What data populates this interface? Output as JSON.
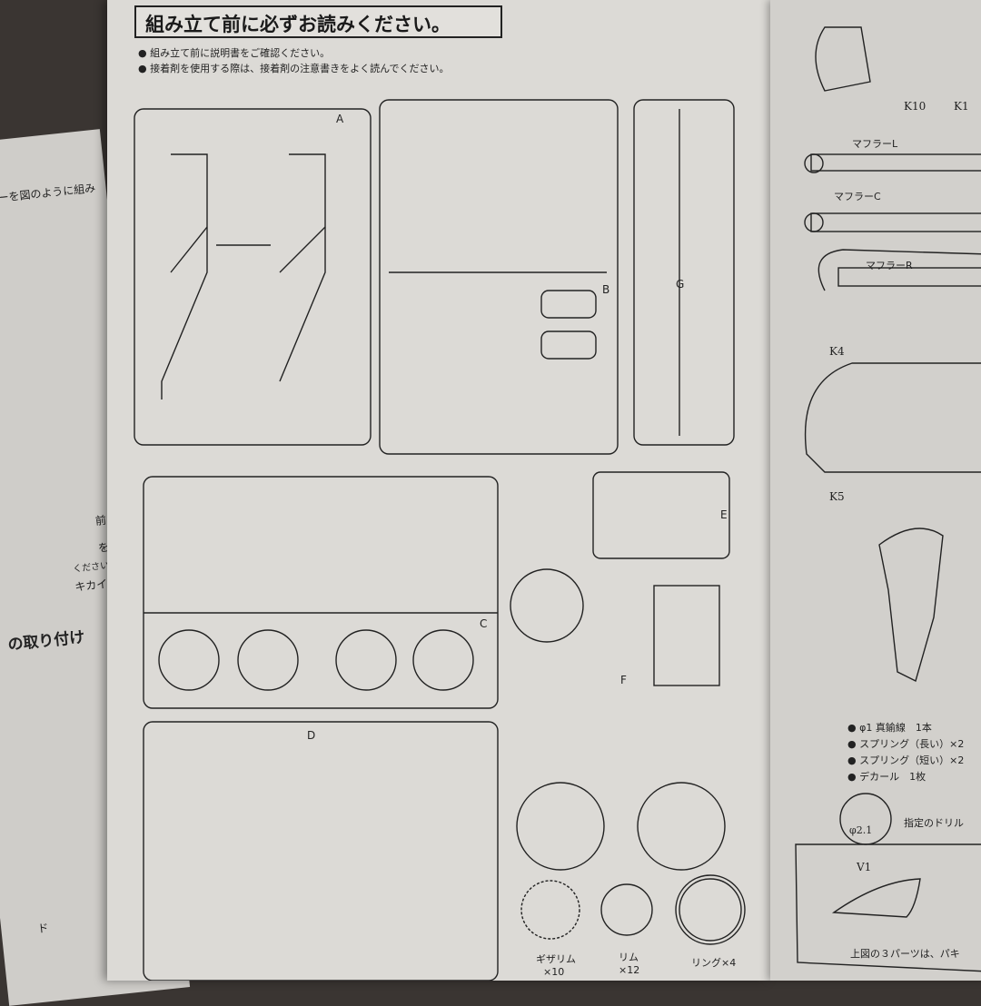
{
  "center_page": {
    "title": "組み立て前に必ずお読みください。",
    "notes": [
      "組み立て前に説明書をご確認ください。",
      "接着剤を使用する際は、接着剤の注意書きをよく読んでください。"
    ],
    "sprue_letters": [
      "A",
      "B",
      "G",
      "C",
      "E",
      "F",
      "D"
    ],
    "parts": {
      "gear_rim": "ギザリム",
      "gear_rim_qty": "×10",
      "rim": "リム",
      "rim_qty": "×12",
      "ring": "リング×4"
    }
  },
  "left_page": {
    "text1": "カイダーを図のように組み",
    "heading": "の取り付け",
    "label": "キカイダ",
    "side1": "前",
    "side2": "を",
    "side3": "ください",
    "label2": "ド"
  },
  "right_page": {
    "labels": [
      "K10",
      "K1",
      "マフラーL",
      "マフラーC",
      "マフラーR",
      "K4",
      "K5"
    ],
    "notes": [
      "φ1 真鍮線　1本",
      "スプリング（長い）×2",
      "スプリング（短い）×2",
      "デカール　1枚"
    ],
    "drill": "φ2.1",
    "drill_text": "指定のドリル",
    "v1": "V1",
    "footer": "上図の３パーツは、パキ"
  }
}
